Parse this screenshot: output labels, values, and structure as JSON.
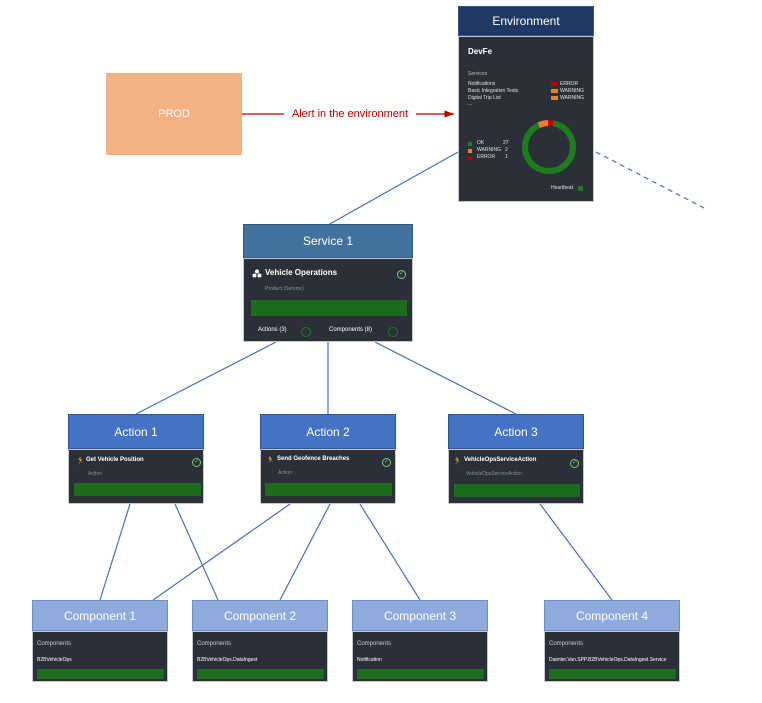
{
  "prod": {
    "label": "PROD"
  },
  "alert": {
    "label": "Alert in the environment",
    "color": "#c00000"
  },
  "environment": {
    "header": "Environment",
    "name": "DevFe",
    "services_label": "Services",
    "services": [
      {
        "name": "Notifications",
        "status": "ERROR",
        "color": "#c00000"
      },
      {
        "name": "Basic Integration Tests",
        "status": "WARNING",
        "color": "#ed7d31"
      },
      {
        "name": "Digital Trip List",
        "status": "WARNING",
        "color": "#ed7d31"
      }
    ],
    "ellipsis": "...",
    "legend": [
      {
        "label": "OK",
        "count": "27",
        "color": "#1e7b1e"
      },
      {
        "label": "WARNING",
        "count": "2",
        "color": "#ed7d31"
      },
      {
        "label": "ERROR",
        "count": "1",
        "color": "#c00000"
      }
    ],
    "heartbeat_label": "Heartbeat"
  },
  "service": {
    "header": "Service 1",
    "title": "Vehicle Operations",
    "subtitle": "Product (Service)",
    "actions_label": "Actions (3)",
    "components_label": "Components (8)"
  },
  "actions": [
    {
      "header": "Action 1",
      "title": "Get Vehicle Position",
      "subtitle": "Action"
    },
    {
      "header": "Action 2",
      "title": "Send Geofence Breaches",
      "subtitle": "Action"
    },
    {
      "header": "Action 3",
      "title": "VehicleOpsServiceAction",
      "subtitle": "VehicleOpsServiceAction"
    }
  ],
  "components": [
    {
      "header": "Component 1",
      "section": "Components",
      "value": "B2BVehicleOps"
    },
    {
      "header": "Component 2",
      "section": "Components",
      "value": "B2BVehicleOps.DataIngest"
    },
    {
      "header": "Component 3",
      "section": "Components",
      "value": "Notification"
    },
    {
      "header": "Component 4",
      "section": "Components",
      "value": "Daimler.Van.SPP.B2BVehicleOps.DataIngest.Service"
    }
  ]
}
